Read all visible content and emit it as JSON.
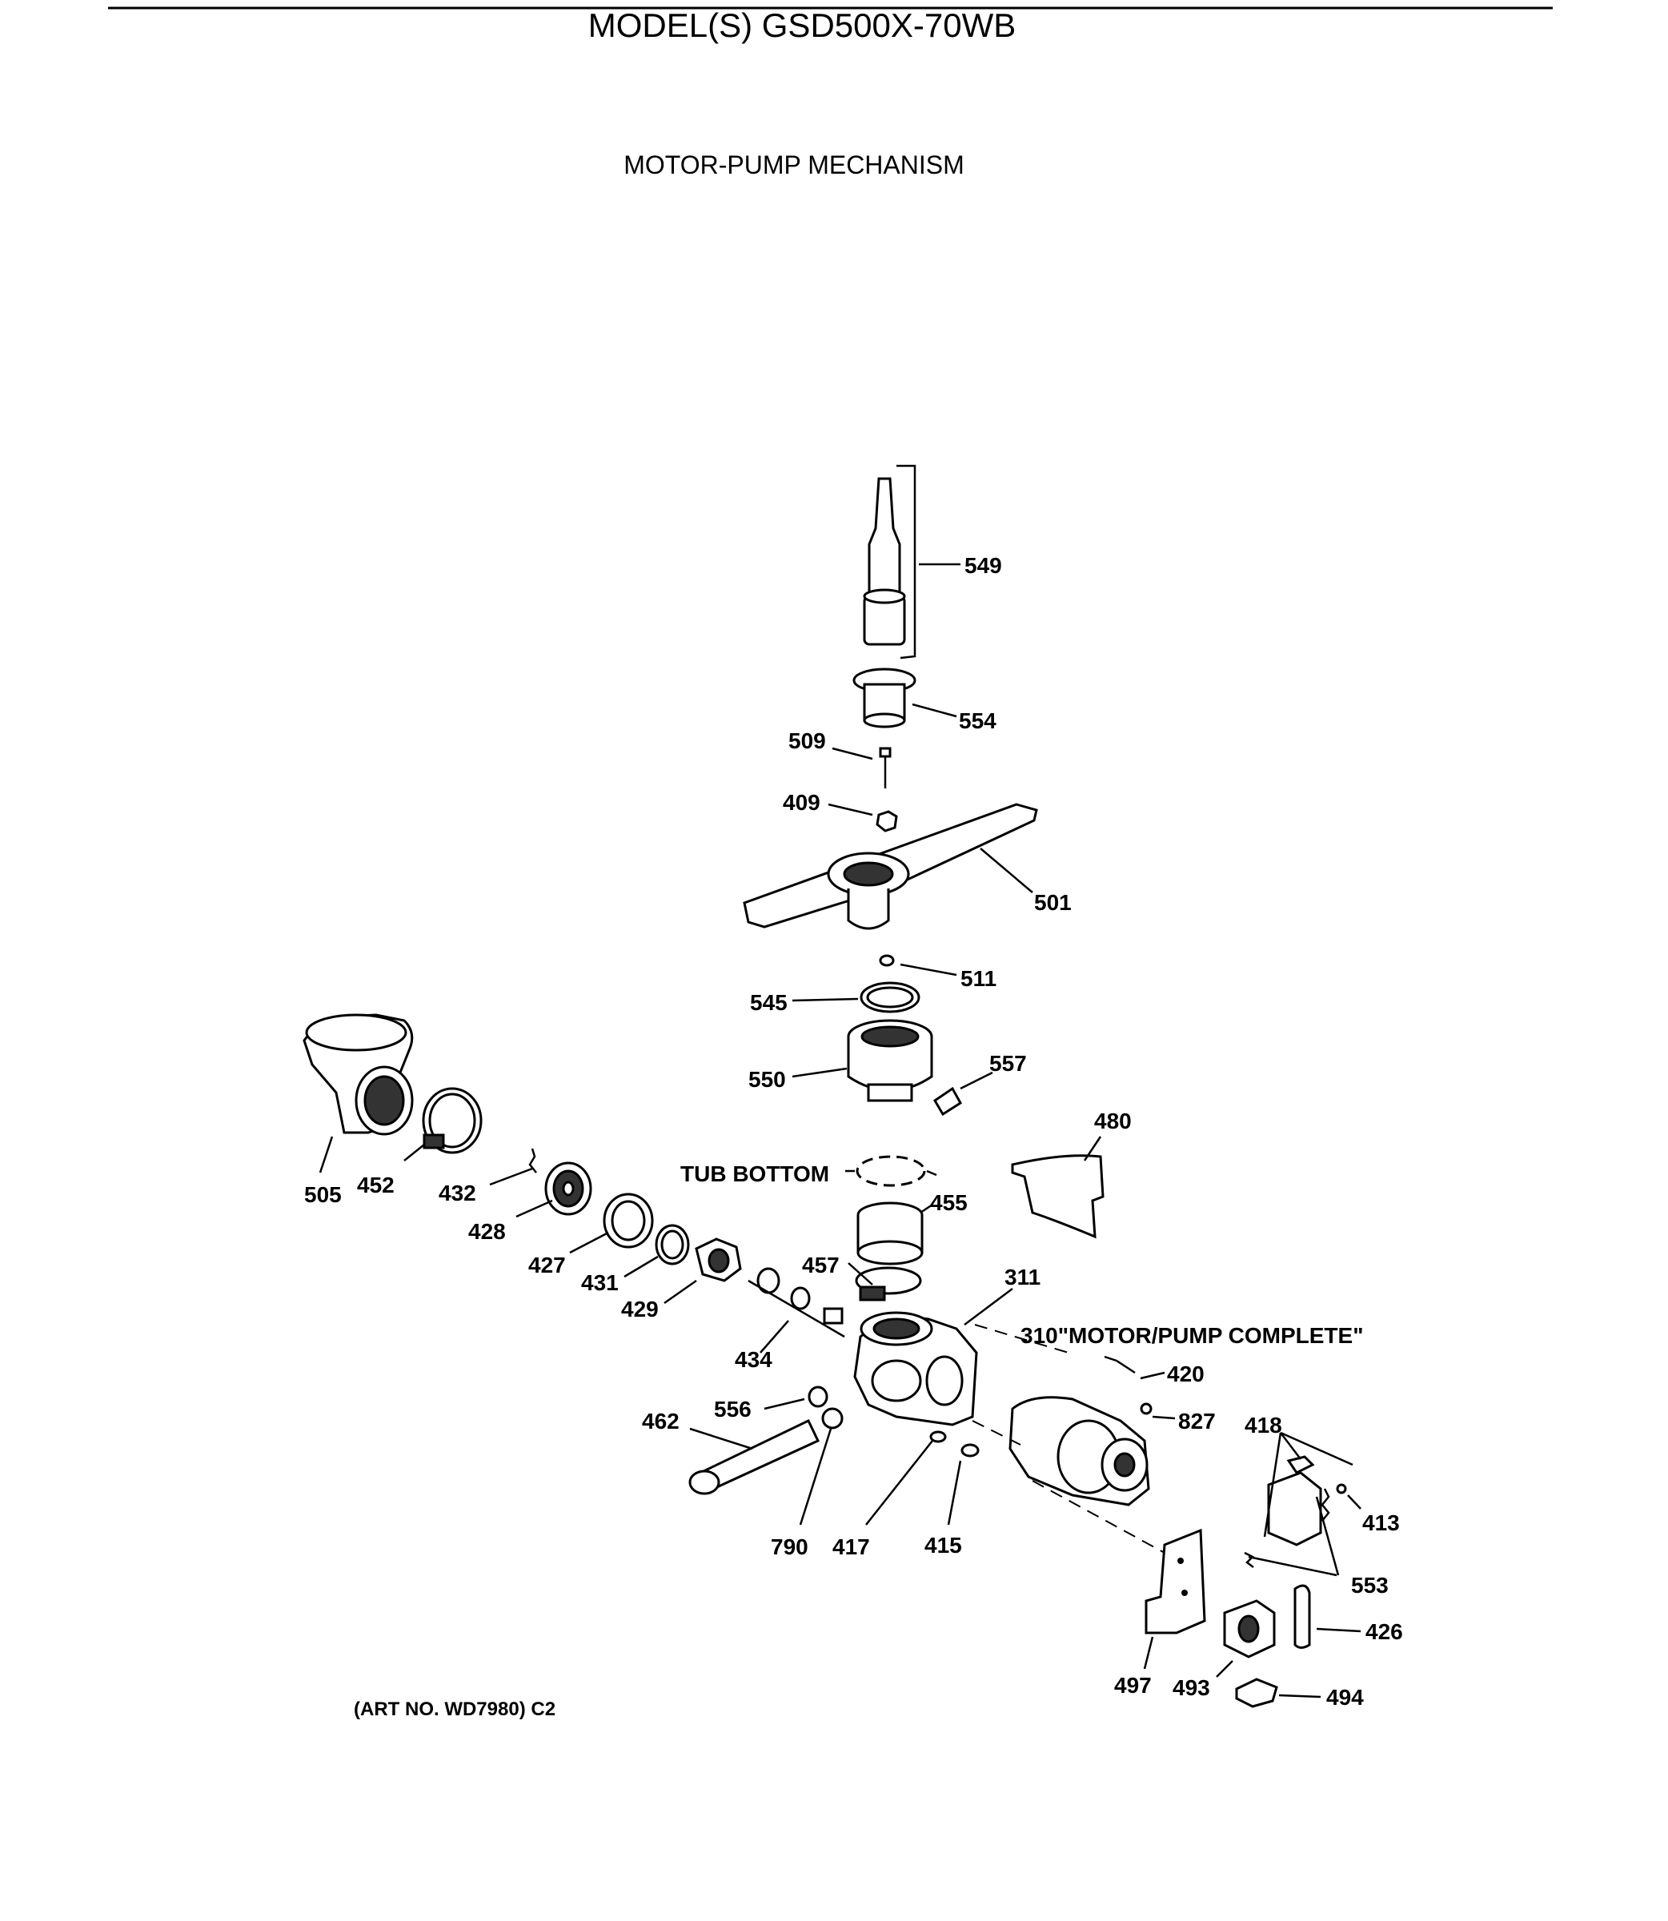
{
  "header": {
    "model_title": "MODEL(S) GSD500X-70WB",
    "section_title": "MOTOR-PUMP MECHANISM"
  },
  "footer": {
    "art_number": "(ART NO. WD7980) C2"
  },
  "callouts": {
    "p549": "549",
    "p554": "554",
    "p509": "509",
    "p409": "409",
    "p501": "501",
    "p511": "511",
    "p545": "545",
    "p550": "550",
    "p557": "557",
    "p480": "480",
    "tub_bottom": "TUB BOTTOM",
    "p455": "455",
    "p505": "505",
    "p452": "452",
    "p432": "432",
    "p428": "428",
    "p427": "427",
    "p431": "431",
    "p429": "429",
    "p457": "457",
    "p311": "311",
    "p310": "310\"MOTOR/PUMP COMPLETE\"",
    "p434": "434",
    "p420": "420",
    "p827": "827",
    "p418": "418",
    "p556": "556",
    "p462": "462",
    "p413": "413",
    "p553": "553",
    "p790": "790",
    "p417": "417",
    "p415": "415",
    "p426": "426",
    "p497": "497",
    "p493": "493",
    "p494": "494"
  }
}
